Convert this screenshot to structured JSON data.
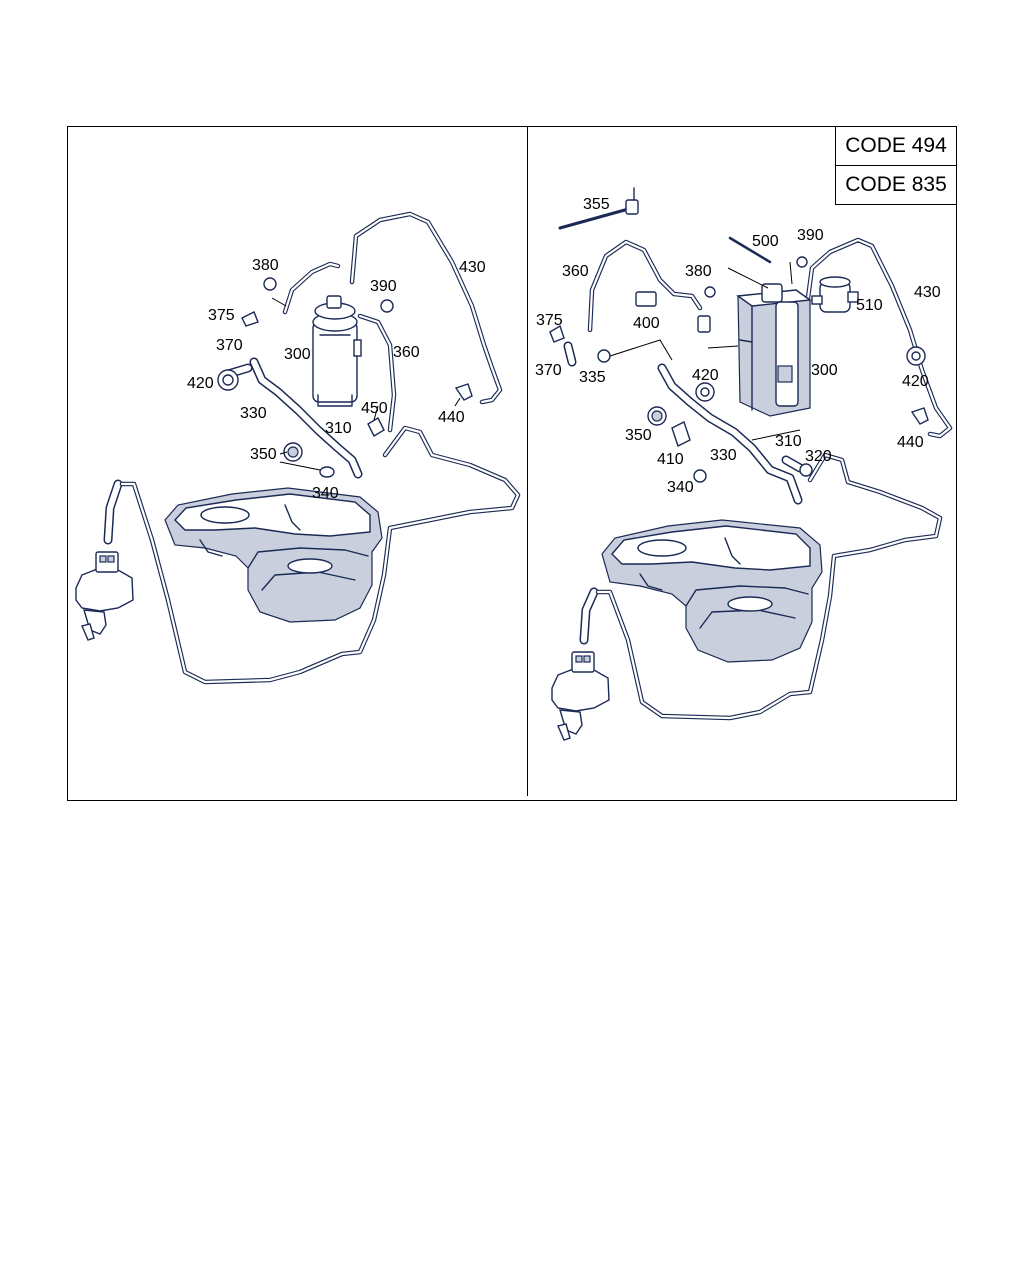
{
  "codes": [
    "CODE 494",
    "CODE 835"
  ],
  "left_panel": {
    "callouts": [
      "380",
      "390",
      "430",
      "375",
      "370",
      "300",
      "360",
      "420",
      "330",
      "450",
      "310",
      "440",
      "350",
      "340"
    ]
  },
  "right_panel": {
    "callouts": [
      "355",
      "500",
      "390",
      "360",
      "380",
      "430",
      "510",
      "375",
      "400",
      "370",
      "335",
      "300",
      "420",
      "420",
      "350",
      "410",
      "310",
      "330",
      "320",
      "440",
      "340"
    ]
  }
}
